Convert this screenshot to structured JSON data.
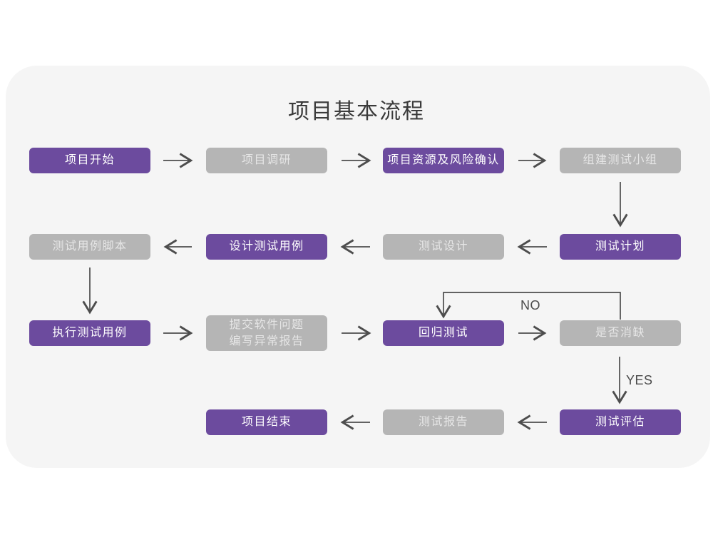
{
  "title": "项目基本流程",
  "colors": {
    "purple": "#6c4b9e",
    "gray": "#b5b5b5",
    "gray_text": "#e6e6e6",
    "purple_text": "#ffffff",
    "arrow": "#4d4d4d",
    "card_bg": "#f5f5f5",
    "page_bg": "#ffffff",
    "title_color": "#3a3a3a",
    "edge_label_color": "#4a4a4a"
  },
  "nodes": [
    {
      "id": "project-start",
      "label": "项目开始",
      "variant": "purple"
    },
    {
      "id": "project-research",
      "label": "项目调研",
      "variant": "gray"
    },
    {
      "id": "project-resources-risk",
      "label": "项目资源及风险确认",
      "variant": "purple"
    },
    {
      "id": "build-test-team",
      "label": "组建测试小组",
      "variant": "gray"
    },
    {
      "id": "test-plan",
      "label": "测试计划",
      "variant": "purple"
    },
    {
      "id": "test-design",
      "label": "测试设计",
      "variant": "gray"
    },
    {
      "id": "design-test-cases",
      "label": "设计测试用例",
      "variant": "purple"
    },
    {
      "id": "test-case-scripts",
      "label": "测试用例脚本",
      "variant": "gray"
    },
    {
      "id": "execute-test-cases",
      "label": "执行测试用例",
      "variant": "purple"
    },
    {
      "id": "submit-issues-report",
      "label": "提交软件问题\n编写异常报告",
      "variant": "gray"
    },
    {
      "id": "regression-test",
      "label": "回归测试",
      "variant": "purple"
    },
    {
      "id": "defect-resolved",
      "label": "是否消缺",
      "variant": "gray"
    },
    {
      "id": "test-evaluation",
      "label": "测试评估",
      "variant": "purple"
    },
    {
      "id": "test-report",
      "label": "测试报告",
      "variant": "gray"
    },
    {
      "id": "project-end",
      "label": "项目结束",
      "variant": "purple"
    }
  ],
  "edge_labels": {
    "no": "NO",
    "yes": "YES"
  }
}
